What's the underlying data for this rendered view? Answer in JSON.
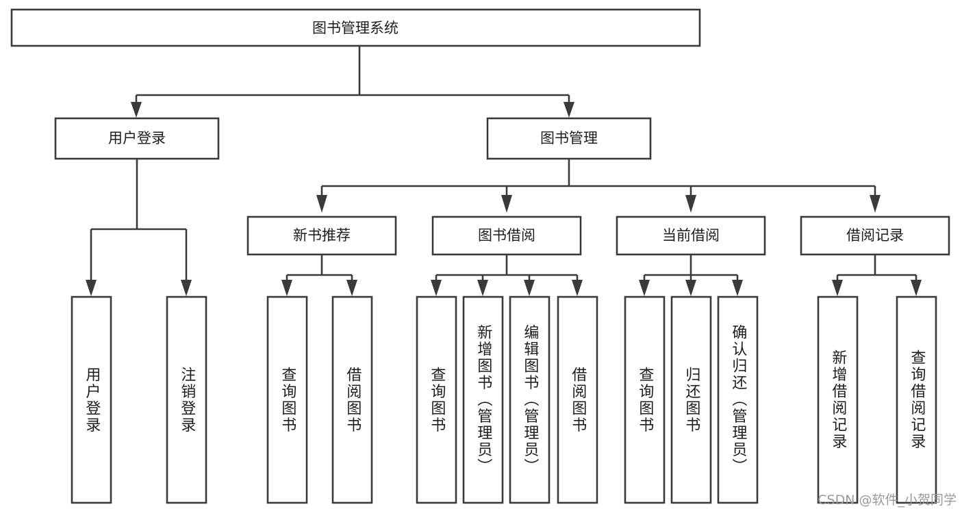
{
  "diagram": {
    "title": "图书管理系统",
    "watermark": "CSDN @软件_小贺同学",
    "colors": {
      "box_stroke": "#3a3a3a",
      "box_fill": "#ffffff",
      "text": "#1d1d1d",
      "watermark": "#9a9a9a",
      "background": "#ffffff"
    },
    "nodes": {
      "root": {
        "label": "图书管理系统"
      },
      "level1": [
        {
          "id": "user-login",
          "label": "用户登录"
        },
        {
          "id": "book-management",
          "label": "图书管理"
        }
      ],
      "level2": [
        {
          "id": "new-book-recommend",
          "label": "新书推荐"
        },
        {
          "id": "book-borrow",
          "label": "图书借阅"
        },
        {
          "id": "current-borrow",
          "label": "当前借阅"
        },
        {
          "id": "borrow-record",
          "label": "借阅记录"
        }
      ],
      "leaves": {
        "user_login": [
          {
            "id": "leaf-user-login",
            "label": "用户登录"
          },
          {
            "id": "leaf-logout-login",
            "label": "注销登录"
          }
        ],
        "new_book_recommend": [
          {
            "id": "leaf-query-book-1",
            "label": "查询图书"
          },
          {
            "id": "leaf-borrow-book-1",
            "label": "借阅图书"
          }
        ],
        "book_borrow": [
          {
            "id": "leaf-query-book-2",
            "label": "查询图书"
          },
          {
            "id": "leaf-add-book",
            "label": "新增图书（管理员）"
          },
          {
            "id": "leaf-edit-book",
            "label": "编辑图书（管理员）"
          },
          {
            "id": "leaf-borrow-book-2",
            "label": "借阅图书"
          }
        ],
        "current_borrow": [
          {
            "id": "leaf-query-book-3",
            "label": "查询图书"
          },
          {
            "id": "leaf-return-book",
            "label": "归还图书"
          },
          {
            "id": "leaf-confirm-return",
            "label": "确认归还（管理员）"
          }
        ],
        "borrow_record": [
          {
            "id": "leaf-add-borrow-record",
            "label": "新增借阅记录"
          },
          {
            "id": "leaf-query-borrow-record",
            "label": "查询借阅记录"
          }
        ]
      }
    }
  }
}
